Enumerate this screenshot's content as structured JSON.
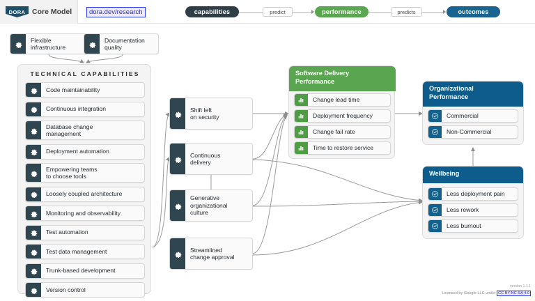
{
  "header": {
    "brand_badge": "DORA",
    "brand_title": "Core Model",
    "url": "dora.dev/research"
  },
  "flow": {
    "capabilities_label": "capabilities",
    "predict_label": "predict",
    "performance_label": "performance",
    "predicts_label": "predicts",
    "outcomes_label": "outcomes",
    "colors": {
      "capabilities": "#2f3e46",
      "performance": "#5aa54f",
      "outcomes": "#18638f"
    }
  },
  "top_boxes": [
    {
      "label": "Flexible\ninfrastructure",
      "icon": "gear-icon"
    },
    {
      "label": "Documentation\nquality",
      "icon": "gear-icon"
    }
  ],
  "technical_capabilities": {
    "title": "TECHNICAL CAPABILITIES",
    "items": [
      {
        "label": "Code maintainability",
        "icon": "gear-icon"
      },
      {
        "label": "Continuous integration",
        "icon": "gear-icon"
      },
      {
        "label": "Database change\nmanagement",
        "icon": "gear-icon"
      },
      {
        "label": "Deployment automation",
        "icon": "gear-icon"
      },
      {
        "label": "Empowering teams\nto choose tools",
        "icon": "gear-icon"
      },
      {
        "label": "Loosely coupled architecture",
        "icon": "gear-icon"
      },
      {
        "label": "Monitoring and observability",
        "icon": "gear-icon"
      },
      {
        "label": "Test automation",
        "icon": "gear-icon"
      },
      {
        "label": "Test data management",
        "icon": "gear-icon"
      },
      {
        "label": "Trunk-based development",
        "icon": "gear-icon"
      },
      {
        "label": "Version control",
        "icon": "gear-icon"
      }
    ]
  },
  "middle_capabilities": [
    {
      "label": "Shift left\non security",
      "icon": "gear-icon"
    },
    {
      "label": "Continuous\ndelivery",
      "icon": "gear-icon"
    },
    {
      "label": "Generative\norganizational\nculture",
      "icon": "gear-icon"
    },
    {
      "label": "Streamlined\nchange approval",
      "icon": "gear-icon"
    }
  ],
  "software_delivery_performance": {
    "title": "Software Delivery\nPerformance",
    "header_color": "#5aa54f",
    "items": [
      {
        "label": "Change lead time",
        "icon": "bar-chart-icon"
      },
      {
        "label": "Deployment frequency",
        "icon": "bar-chart-icon"
      },
      {
        "label": "Change fail rate",
        "icon": "bar-chart-icon"
      },
      {
        "label": "Time to restore service",
        "icon": "bar-chart-icon"
      }
    ]
  },
  "organizational_performance": {
    "title": "Organizational\nPerformance",
    "header_color": "#0d5c8c",
    "items": [
      {
        "label": "Commercial",
        "icon": "check-circle-icon"
      },
      {
        "label": "Non-Commercial",
        "icon": "check-circle-icon"
      }
    ]
  },
  "wellbeing": {
    "title": "Wellbeing",
    "header_color": "#0d5c8c",
    "items": [
      {
        "label": "Less deployment pain",
        "icon": "check-circle-icon"
      },
      {
        "label": "Less rework",
        "icon": "check-circle-icon"
      },
      {
        "label": "Less burnout",
        "icon": "check-circle-icon"
      }
    ]
  },
  "footer": {
    "version": "version 1.1.1",
    "license_prefix": "Licensed by Google LLC under ",
    "license_link": "CC BY-NC-SA 4.0"
  }
}
